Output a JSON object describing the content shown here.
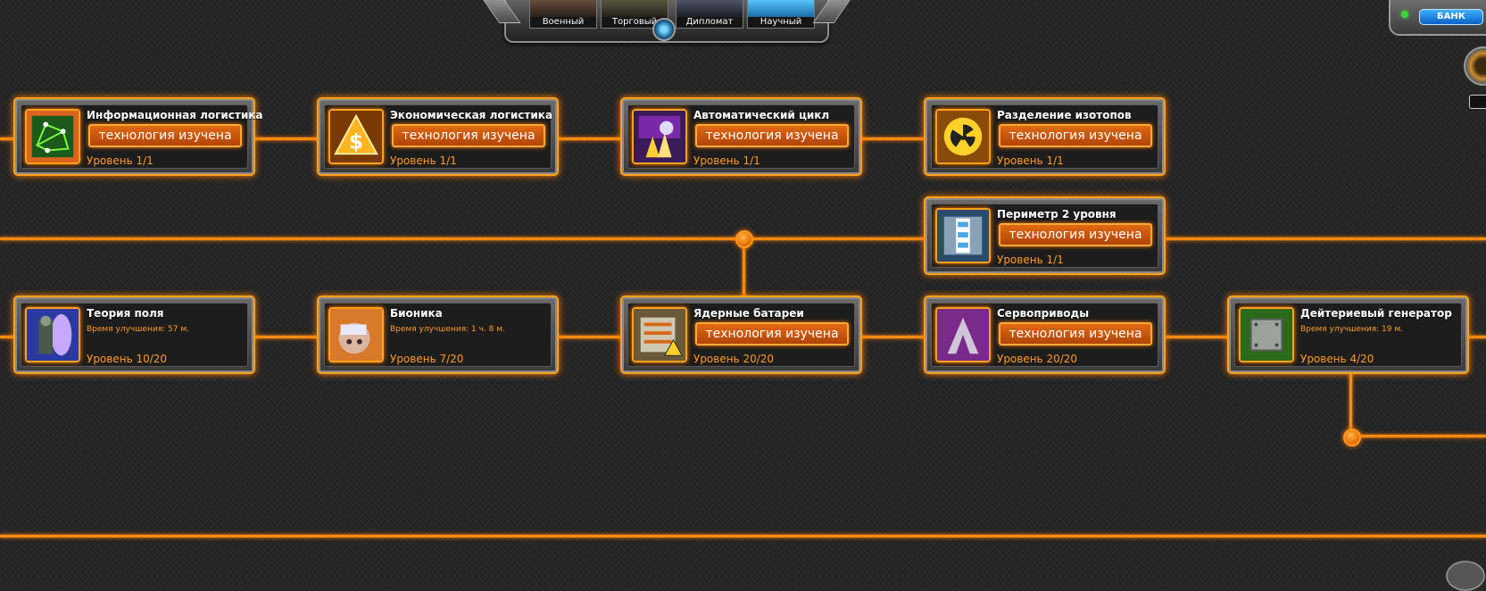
{
  "roles": [
    {
      "label": "Военный",
      "color": "#5a4a3a"
    },
    {
      "label": "Торговый",
      "color": "#4a4a3a"
    },
    {
      "label": "Дипломат",
      "color": "#3a4050"
    },
    {
      "label": "Научный",
      "color": "#2aa0e0"
    }
  ],
  "bank": {
    "label": "БАНК"
  },
  "techs": {
    "info_logistics": {
      "title": "Информационная логистика",
      "status": "технология изучена",
      "level": "Уровень 1/1",
      "icon": "network-icon"
    },
    "econ_logistics": {
      "title": "Экономическая логистика",
      "status": "технология изучена",
      "level": "Уровень 1/1",
      "icon": "dollar-icon"
    },
    "auto_cycle": {
      "title": "Автоматический цикл",
      "status": "технология изучена",
      "level": "Уровень 1/1",
      "icon": "crystal-hand-icon"
    },
    "isotope_sep": {
      "title": "Разделение изотопов",
      "status": "технология изучена",
      "level": "Уровень 1/1",
      "icon": "radiation-icon"
    },
    "perimeter2": {
      "title": "Периметр 2 уровня",
      "status": "технология изучена",
      "level": "Уровень 1/1",
      "icon": "perimeter-door-icon"
    },
    "field_theory": {
      "title": "Теория поля",
      "time": "Время улучшения: 57 м.",
      "level": "Уровень 10/20",
      "icon": "soldier-shield-icon"
    },
    "bionics": {
      "title": "Бионика",
      "time": "Время улучшения: 1 ч. 8 м.",
      "level": "Уровень 7/20",
      "icon": "cyborg-face-icon"
    },
    "nuclear_batteries": {
      "title": "Ядерные батареи",
      "status": "технология изучена",
      "level": "Уровень 20/20",
      "icon": "battery-icon"
    },
    "servo_drives": {
      "title": "Сервоприводы",
      "status": "технология изучена",
      "level": "Уровень 20/20",
      "icon": "servo-claw-icon"
    },
    "deuterium_gen": {
      "title": "Дейтериевый генератор",
      "time": "Время улучшения: 19 м.",
      "level": "Уровень 4/20",
      "icon": "chip-icon"
    }
  }
}
